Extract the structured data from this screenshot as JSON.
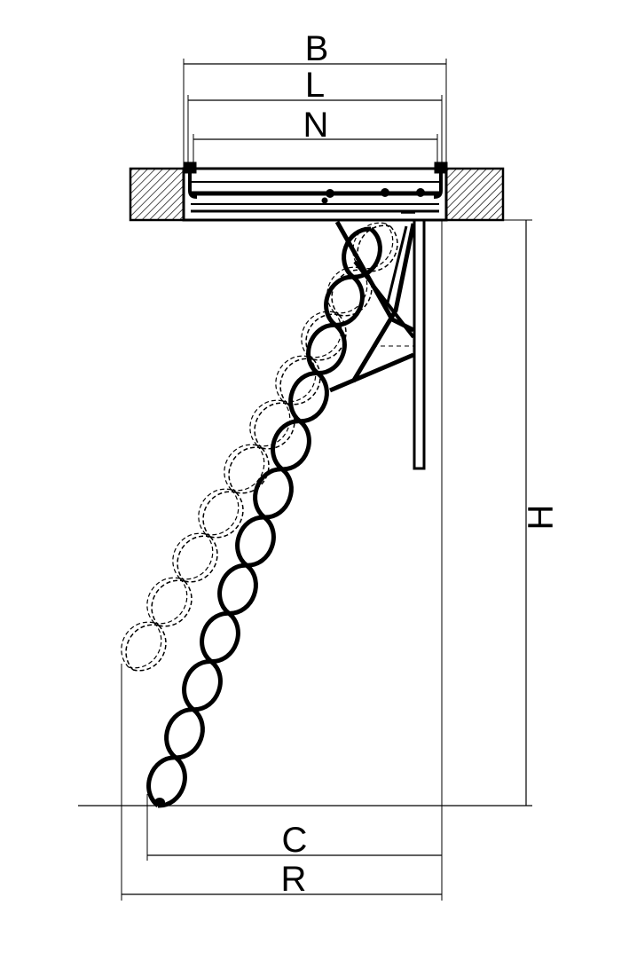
{
  "diagram": {
    "dimensions": {
      "B": "B",
      "L": "L",
      "N": "N",
      "H": "H",
      "C": "C",
      "R": "R"
    },
    "colors": {
      "line": "#000000",
      "background": "#ffffff",
      "hatch": "#000000"
    },
    "states": [
      "folded-position",
      "extended-position"
    ]
  }
}
